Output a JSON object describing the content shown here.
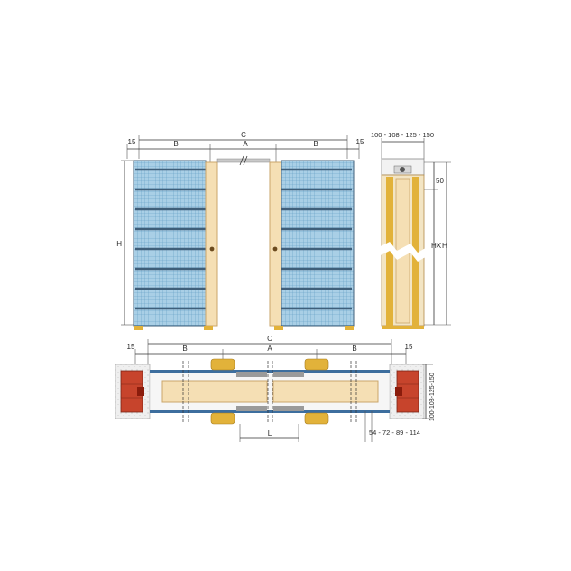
{
  "front_view": {
    "dim_c": "C",
    "dim_a": "A",
    "dim_b_left": "B",
    "dim_b_right": "B",
    "dim_15_left": "15",
    "dim_15_right": "15",
    "dim_h": "H"
  },
  "side_view": {
    "wall_thickness": "100 - 108 - 125 - 150",
    "dim_50": "50",
    "dim_hx": "HX",
    "dim_h": "H"
  },
  "plan_view": {
    "dim_c": "C",
    "dim_a": "A",
    "dim_b_left": "B",
    "dim_b_right": "B",
    "dim_15_left": "15",
    "dim_15_right": "15",
    "dim_l": "L",
    "door_thickness": "54 - 72 - 89 - 114",
    "wall_thickness_vertical": "100-108-125-150"
  },
  "colors": {
    "mesh": "#a9cfe6",
    "mesh_grid": "#5f9cc2",
    "rail": "#3f5f7a",
    "door": "#f5dfb4",
    "door_edge": "#caa56a",
    "brick": "#c7442c",
    "blue_band": "#3d6e9e",
    "gold": "#e2b23a",
    "concrete": "#eeeeee"
  }
}
